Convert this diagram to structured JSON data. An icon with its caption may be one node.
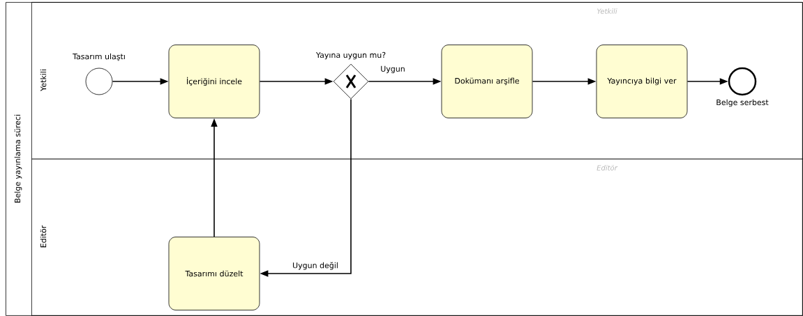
{
  "diagram": {
    "nodes": [
      {
        "text": [
          "Belge yayınlama süreci"
        ]
      },
      {
        "text": [
          "Yetkili",
          "Yetkili"
        ],
        "in": 0
      },
      {
        "text": [
          "Editör",
          "Editör"
        ],
        "in": 0
      },
      {
        "text": [],
        "shape": "circle",
        "beside": [
          "Tasarım ulaştı"
        ],
        "in": 1
      },
      {
        "text": [
          "İçeriğini incele"
        ],
        "in": 1
      },
      {
        "text": [],
        "shape": "diamond",
        "beside": [
          "Yayına uygun mu?"
        ],
        "in": 1
      },
      {
        "text": [
          "Dokümanı arşifle"
        ],
        "in": 1
      },
      {
        "text": [
          "Yayıncıya bilgi ver"
        ],
        "in": 1
      },
      {
        "text": [],
        "shape": "circle",
        "beside": [
          "Belge serbest"
        ],
        "in": 1
      },
      {
        "text": [
          "Tasarımı düzelt"
        ],
        "in": 2
      }
    ],
    "edges": [
      {
        "from": 3,
        "to": 4,
        "arrow": "to"
      },
      {
        "from": 4,
        "to": 5,
        "arrow": "to"
      },
      {
        "from": 5,
        "to": 6,
        "arrow": "to",
        "label": "Uygun"
      },
      {
        "from": 6,
        "to": 7,
        "arrow": "to"
      },
      {
        "from": 7,
        "to": 8,
        "arrow": "to"
      },
      {
        "from": 5,
        "to": 9,
        "arrow": "to",
        "label": "Uygun değil"
      },
      {
        "from": 9,
        "to": 4,
        "arrow": "to"
      }
    ]
  }
}
